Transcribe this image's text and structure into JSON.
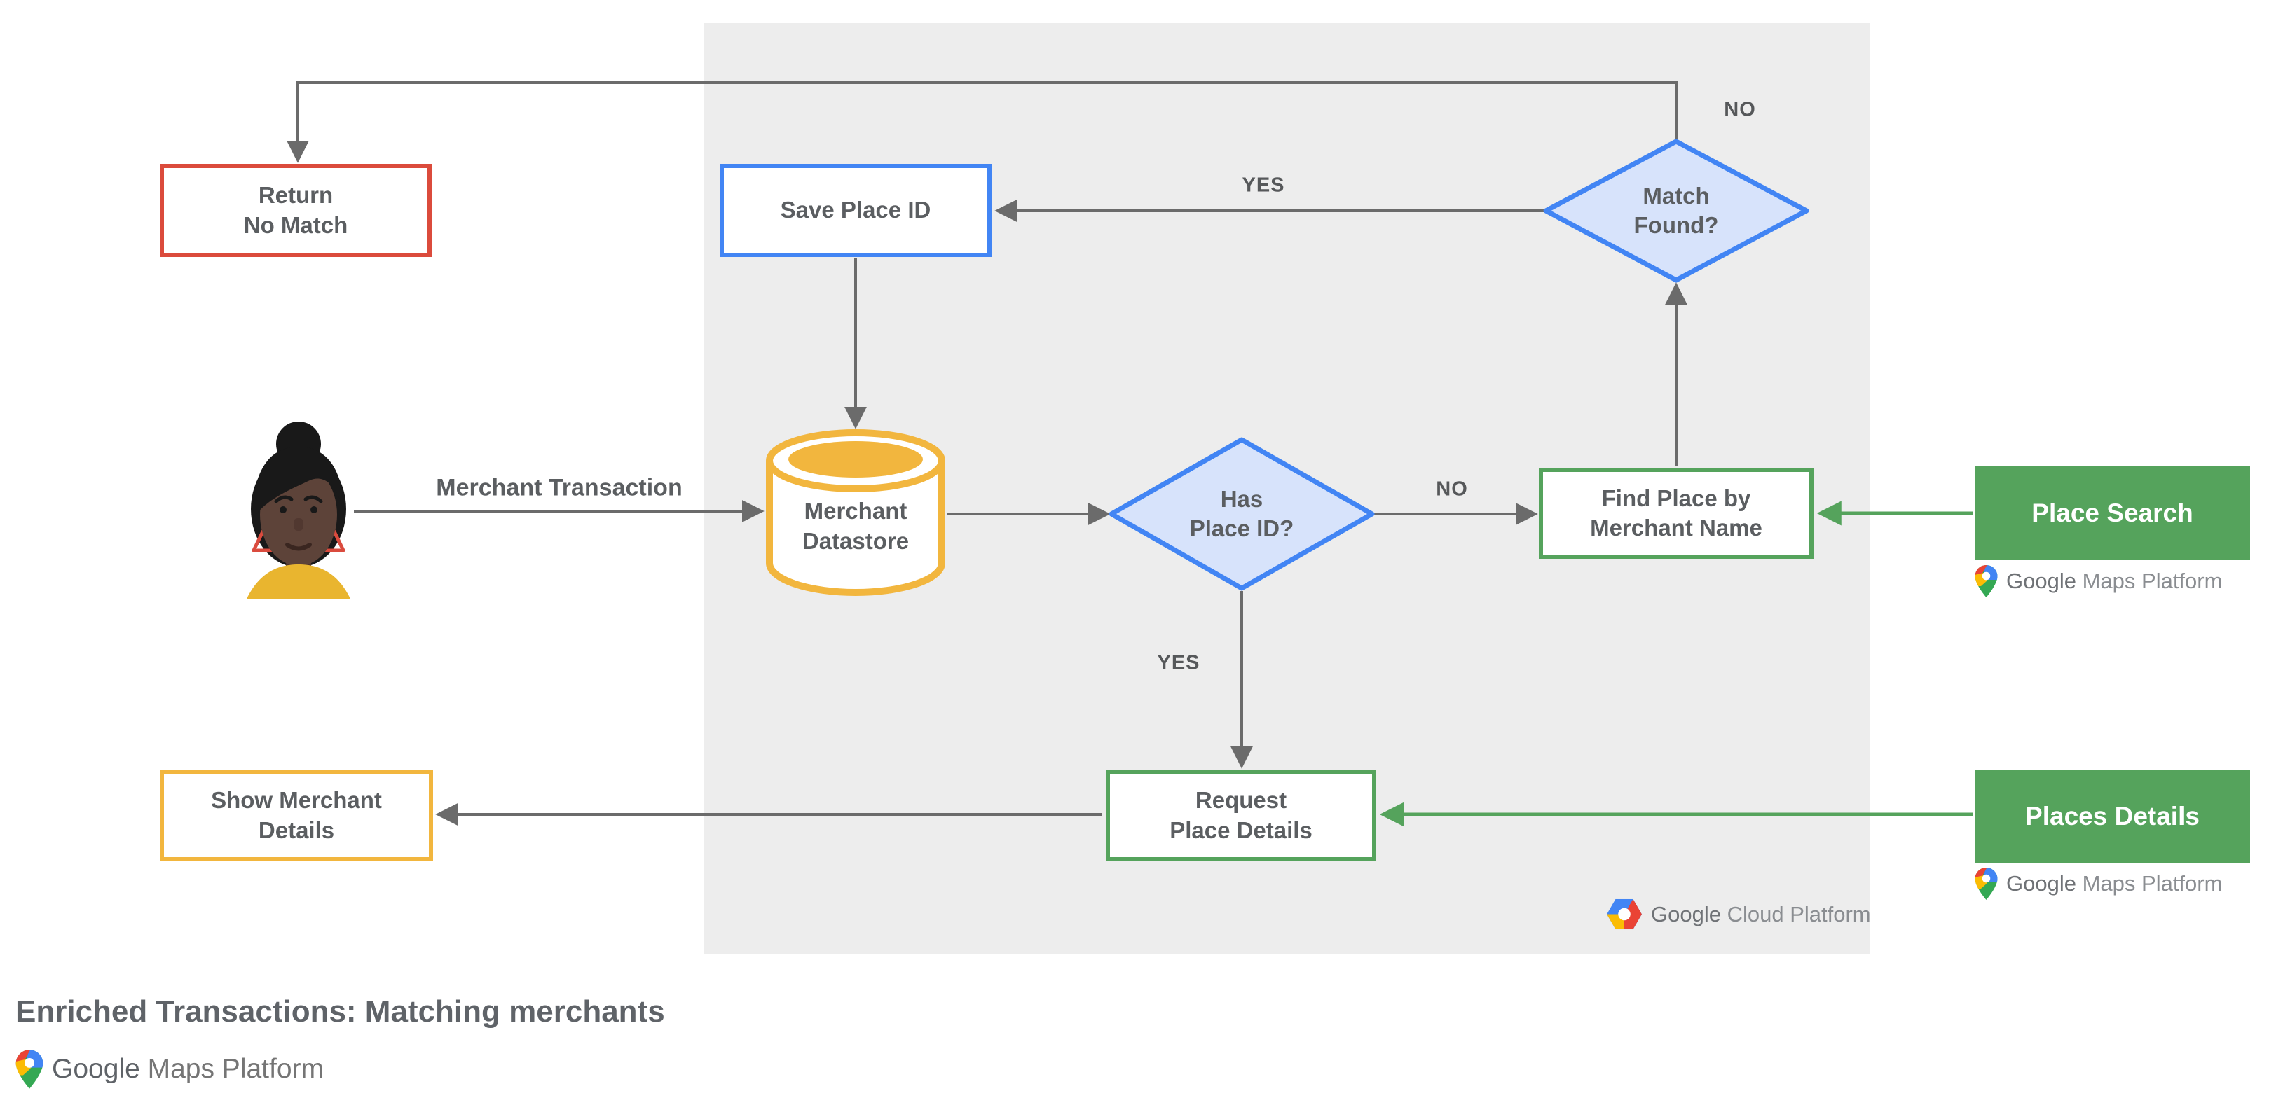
{
  "title": "Enriched Transactions: Matching merchants",
  "flow": {
    "return_no_match": {
      "line1": "Return",
      "line2": "No Match"
    },
    "save_place_id": {
      "line1": "Save Place ID"
    },
    "match_found": {
      "line1": "Match",
      "line2": "Found?"
    },
    "merchant_datastore": {
      "line1": "Merchant",
      "line2": "Datastore"
    },
    "has_place_id": {
      "line1": "Has",
      "line2": "Place ID?"
    },
    "find_place": {
      "line1": "Find Place by",
      "line2": "Merchant Name"
    },
    "request_details": {
      "line1": "Request",
      "line2": "Place Details"
    },
    "show_merchant": {
      "line1": "Show Merchant",
      "line2": "Details"
    },
    "place_search": {
      "label": "Place Search"
    },
    "places_details": {
      "label": "Places Details"
    }
  },
  "labels": {
    "merchant_transaction": "Merchant Transaction",
    "no_top": "NO",
    "yes_top": "YES",
    "no_mid": "NO",
    "yes_mid": "YES"
  },
  "logos": {
    "gmp": {
      "google": "Google",
      "rest": "Maps Platform"
    },
    "gcp": {
      "google": "Google",
      "rest": "Cloud Platform"
    }
  },
  "colors": {
    "red": "#DB4B3C",
    "blue": "#4285F4",
    "blue_fill": "#D7E3FB",
    "yellow": "#F2B63E",
    "green": "#55A35C",
    "panel": "#EDEDED",
    "line": "#6B6B6B",
    "text": "#5B5E61",
    "label": "#56585A",
    "logo_blue": "#4285F4",
    "logo_red": "#EA4335",
    "logo_yellow": "#FBBC04",
    "logo_green": "#34A853"
  }
}
